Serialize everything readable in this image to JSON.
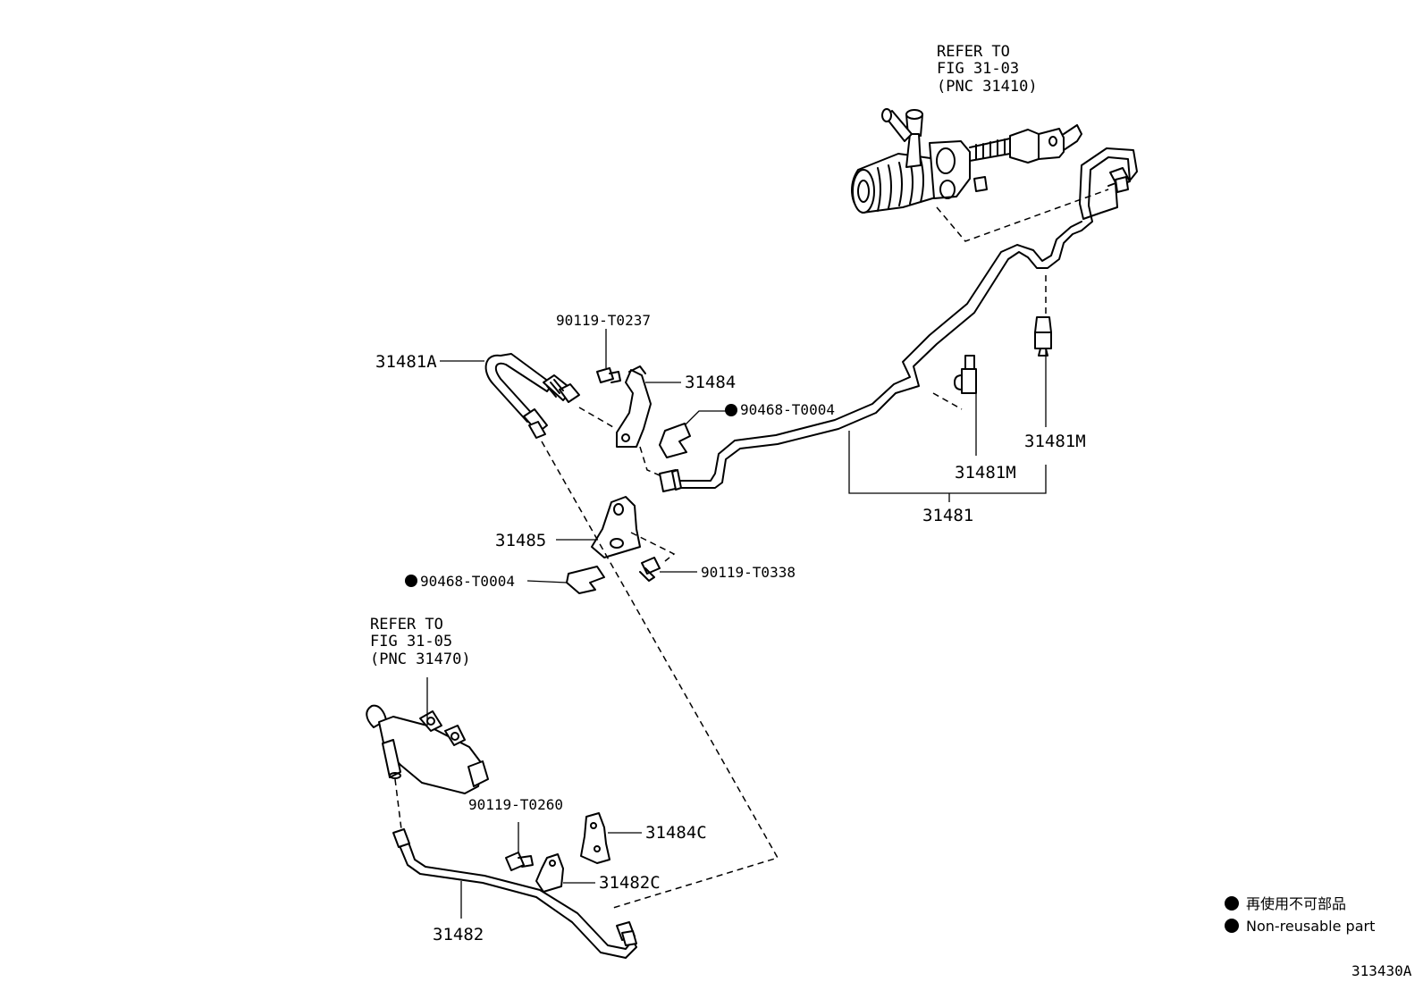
{
  "references": [
    {
      "lines": [
        "REFER TO",
        "FIG 31-03",
        "(PNC 31410)"
      ]
    },
    {
      "lines": [
        "REFER TO",
        "FIG 31-05",
        "(PNC 31470)"
      ]
    }
  ],
  "labels": {
    "p90119_T0237": "90119-T0237",
    "p31481A": "31481A",
    "p31484": "31484",
    "p90468_T0004_a": "90468-T0004",
    "p31481M_a": "31481M",
    "p31481M_b": "31481M",
    "p31481": "31481",
    "p31485": "31485",
    "p90119_T0338": "90119-T0338",
    "p90468_T0004_b": "90468-T0004",
    "p90119_T0260": "90119-T0260",
    "p31484C": "31484C",
    "p31482C": "31482C",
    "p31482": "31482"
  },
  "legend": {
    "items": [
      "再使用不可部品",
      "Non-reusable part"
    ]
  },
  "figure_code": "313430A"
}
